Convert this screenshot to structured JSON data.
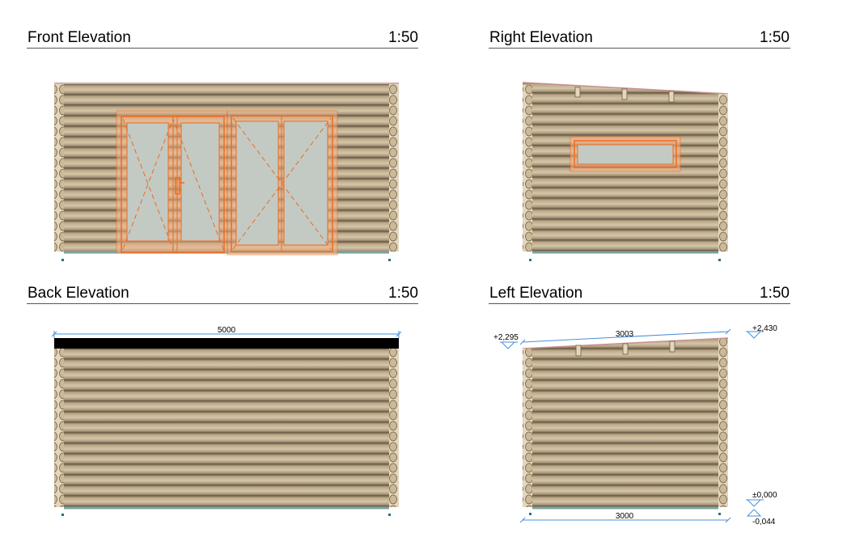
{
  "panels": {
    "front": {
      "title": "Front Elevation",
      "scale": "1:50"
    },
    "right": {
      "title": "Right Elevation",
      "scale": "1:50"
    },
    "back": {
      "title": "Back Elevation",
      "scale": "1:50"
    },
    "left": {
      "title": "Left Elevation",
      "scale": "1:50"
    }
  },
  "dimensions": {
    "back_width": "5000",
    "left_roof_length": "3003",
    "left_base_width": "3000"
  },
  "levels": {
    "left_low_top": "+2,295",
    "left_high_top": "+2,430",
    "ground": "±0,000",
    "below_ground": "-0,044"
  },
  "colors": {
    "log_light": "#c9b89a",
    "log_dark": "#6e5f46",
    "frame_orange": "#ef6b1f",
    "glass": "#c3cac4",
    "roof_black": "#000000",
    "dim_blue": "#4a90d9",
    "base_teal": "#7aa3a0"
  }
}
